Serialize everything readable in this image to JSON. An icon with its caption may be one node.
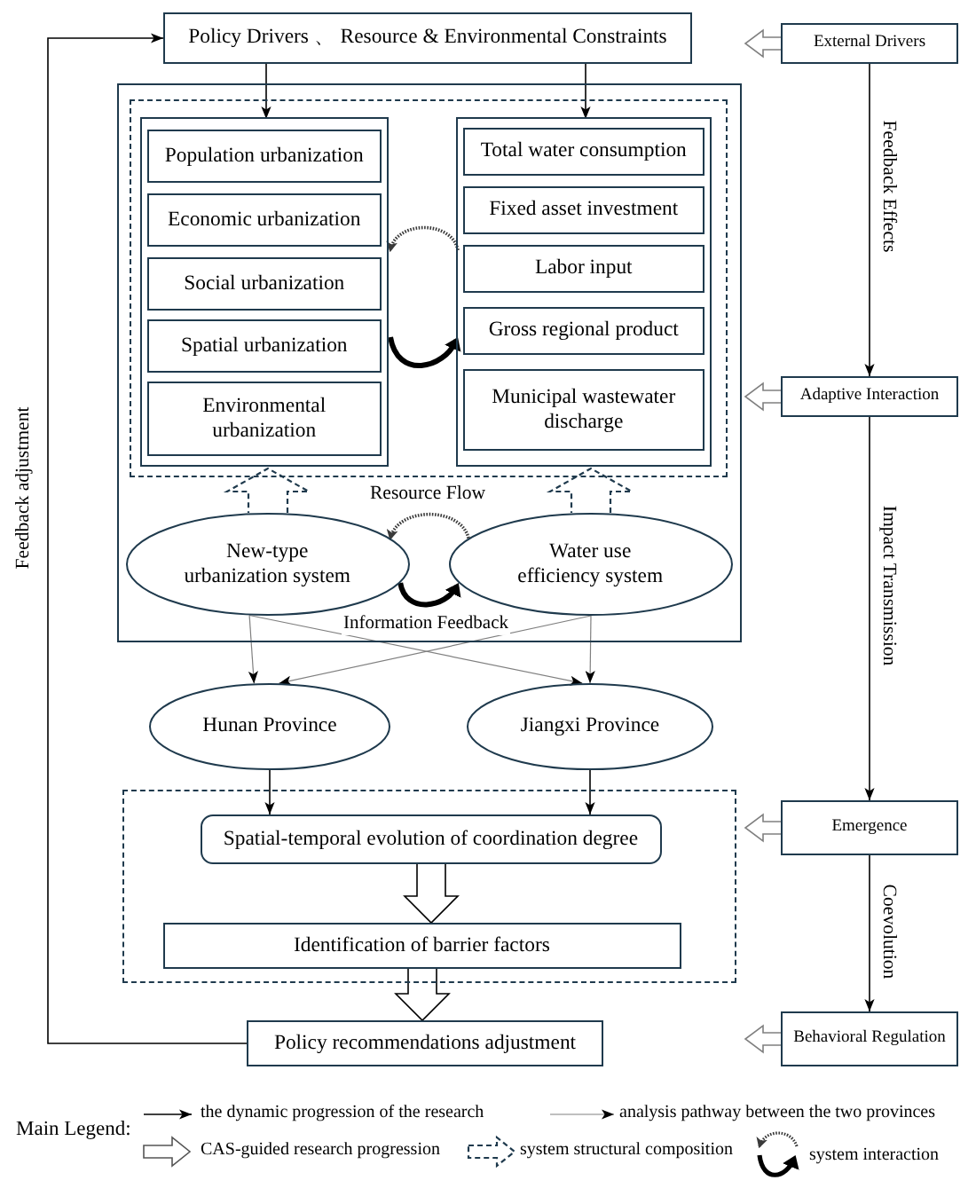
{
  "diagram": {
    "nodes": [
      {
        "text": [
          "Policy Drivers 、 Resource & Environmental Constraints"
        ]
      },
      {
        "text": [
          "External Drivers"
        ]
      },
      {
        "text": [],
        "shape": "box"
      },
      {
        "text": [],
        "shape": "box",
        "in": 2
      },
      {
        "text": [],
        "shape": "box",
        "in": 3
      },
      {
        "text": [
          "Population urbanization"
        ],
        "in": 4
      },
      {
        "text": [
          "Economic urbanization"
        ],
        "in": 4
      },
      {
        "text": [
          "Social urbanization"
        ],
        "in": 4
      },
      {
        "text": [
          "Spatial urbanization"
        ],
        "in": 4
      },
      {
        "text": [
          "Environmental urbanization"
        ],
        "in": 4
      },
      {
        "text": [],
        "shape": "box",
        "in": 3
      },
      {
        "text": [
          "Total water consumption"
        ],
        "in": 10
      },
      {
        "text": [
          "Fixed asset investment"
        ],
        "in": 10
      },
      {
        "text": [
          "Labor input"
        ],
        "in": 10
      },
      {
        "text": [
          "Gross regional product"
        ],
        "in": 10
      },
      {
        "text": [
          "Municipal wastewater discharge"
        ],
        "in": 10
      },
      {
        "text": [
          "Adaptive Interaction"
        ]
      },
      {
        "text": [
          "New-type urbanization system"
        ],
        "in": 2
      },
      {
        "text": [
          "Water use efficiency system"
        ],
        "in": 2
      },
      {
        "text": [
          "Hunan Province"
        ]
      },
      {
        "text": [
          "Jiangxi Province"
        ]
      },
      {
        "text": [],
        "shape": "box"
      },
      {
        "text": [
          "Spatial-temporal evolution of coordination degree"
        ],
        "in": 21
      },
      {
        "text": [
          "Emergence"
        ]
      },
      {
        "text": [
          "Identification of barrier factors"
        ],
        "in": 21
      },
      {
        "text": [
          "Policy recommendations adjustment"
        ]
      },
      {
        "text": [
          "Behavioral Regulation"
        ]
      }
    ],
    "edges": [
      {
        "from": 0,
        "to": 4,
        "arrow": "to"
      },
      {
        "from": 0,
        "to": 10,
        "arrow": "to"
      },
      {
        "from": 1,
        "to": 16,
        "arrow": "to",
        "label": "Feedback Effects"
      },
      {
        "from": 1,
        "to": null,
        "arrow": "to",
        "style": "thick",
        "color": "#808080"
      },
      {
        "from": 10,
        "to": 4,
        "arrow": "to",
        "style": "dashed"
      },
      {
        "from": 4,
        "to": 10,
        "arrow": "to",
        "style": "thick"
      },
      {
        "from": 16,
        "to": 23,
        "arrow": "to",
        "label": "Impact Transmission"
      },
      {
        "from": 16,
        "to": null,
        "arrow": "to",
        "style": "thick",
        "color": "#808080"
      },
      {
        "from": 17,
        "to": 4,
        "arrow": "to",
        "style": "dashed"
      },
      {
        "from": 18,
        "to": 10,
        "arrow": "to",
        "style": "dashed"
      },
      {
        "from": 18,
        "to": 17,
        "arrow": "to",
        "style": "dashed",
        "label": "Resource Flow"
      },
      {
        "from": 17,
        "to": 18,
        "arrow": "to",
        "style": "thick",
        "label": "Information Feedback"
      },
      {
        "from": 17,
        "to": 19,
        "arrow": "to",
        "color": "#808080"
      },
      {
        "from": 17,
        "to": 20,
        "arrow": "to",
        "color": "#808080"
      },
      {
        "from": 18,
        "to": 20,
        "arrow": "to",
        "color": "#808080"
      },
      {
        "from": 18,
        "to": 19,
        "arrow": "to",
        "color": "#808080"
      },
      {
        "from": 19,
        "to": 22,
        "arrow": "to"
      },
      {
        "from": 20,
        "to": 22,
        "arrow": "to"
      },
      {
        "from": 22,
        "to": 24,
        "arrow": "to",
        "style": "thick"
      },
      {
        "from": 23,
        "to": 26,
        "arrow": "to",
        "label": "Coevolution"
      },
      {
        "from": 23,
        "to": null,
        "arrow": "to",
        "style": "thick",
        "color": "#808080"
      },
      {
        "from": 24,
        "to": 25,
        "arrow": "to",
        "style": "thick"
      },
      {
        "from": 25,
        "to": 0,
        "arrow": "to",
        "label": "Feedback adjustment"
      },
      {
        "from": 26,
        "to": null,
        "arrow": "to",
        "style": "thick",
        "color": "#808080"
      }
    ],
    "labels": [
      "Main Legend:"
    ],
    "legend": [
      {
        "text": "the dynamic progression of the research"
      },
      {
        "text": "analysis pathway between the two provinces"
      },
      {
        "text": "CAS-guided research progression"
      },
      {
        "text": "system structural composition"
      },
      {
        "text": "system interaction"
      }
    ]
  }
}
